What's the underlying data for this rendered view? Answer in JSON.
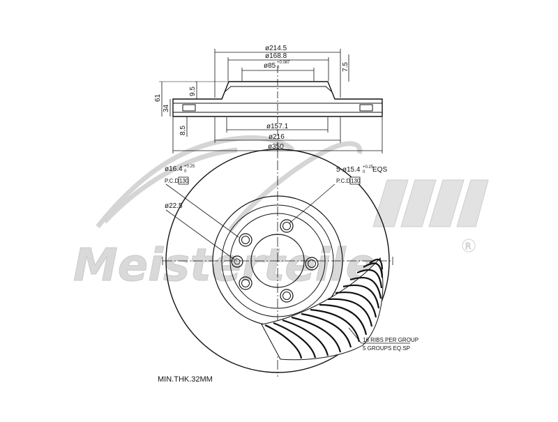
{
  "drawing": {
    "side_view": {
      "dims": {
        "d2145": "ø214.5",
        "d1688": "ø168.8",
        "d85": "ø85",
        "d85_tol_top": "+0.087",
        "d85_tol_bottom": "0",
        "d157": "ø157.1",
        "d216": "ø216",
        "d350": "ø350",
        "h75": "7.5",
        "h95": "9.5",
        "h61": "61",
        "h34": "34",
        "h85": "8.5"
      }
    },
    "front_view": {
      "hole_dia": "ø16.4",
      "hole_tol_top": "+0.25",
      "hole_tol_bottom": "0",
      "hole_pcd_label": "P.C.D",
      "hole_pcd_value": "130",
      "bolt_holes": "5-ø15.4",
      "bolt_tol_top": "+0.25",
      "bolt_tol_bottom": "0",
      "bolt_eqs": "EQS",
      "bolt_pcd_label": "P.C.D",
      "bolt_pcd_value": "130",
      "pilot_dia": "ø22.5",
      "ribs_note": "16 RIBS PER GROUP",
      "groups_note": "5 GROUPS EQ.SP"
    },
    "min_thickness": "MIN.THK.32MM"
  },
  "watermark": {
    "text": "Meisterteile",
    "mark": "R"
  }
}
